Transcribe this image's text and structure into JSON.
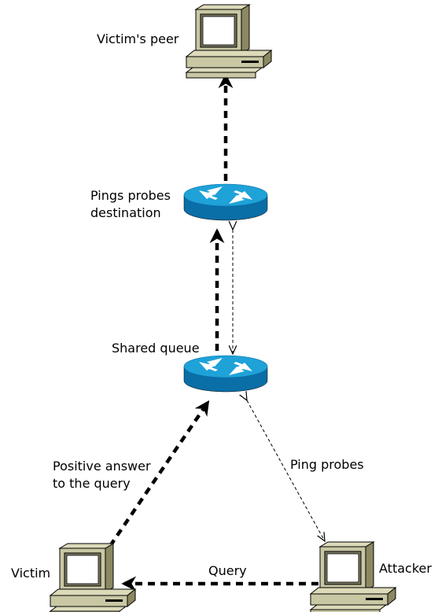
{
  "nodes": {
    "victims_peer": {
      "label": "Victim's peer",
      "icon": "workstation-icon"
    },
    "pings_probes_destination": {
      "label_line1": "Pings probes",
      "label_line2": "destination",
      "icon": "router-icon"
    },
    "shared_queue": {
      "label": "Shared queue",
      "icon": "router-icon"
    },
    "victim": {
      "label": "Victim",
      "icon": "workstation-icon"
    },
    "attacker": {
      "label": "Attacker",
      "icon": "workstation-icon"
    }
  },
  "edges": {
    "positive_answer": {
      "label_line1": "Positive answer",
      "label_line2": "to the query"
    },
    "ping_probes": {
      "label": "Ping probes"
    },
    "query": {
      "label": "Query"
    }
  },
  "colors": {
    "router_top": "#1ea2d8",
    "router_side": "#0a6ea7",
    "computer_body": "#c9c7a4",
    "computer_dark": "#8b8862",
    "arrow": "#000000"
  }
}
